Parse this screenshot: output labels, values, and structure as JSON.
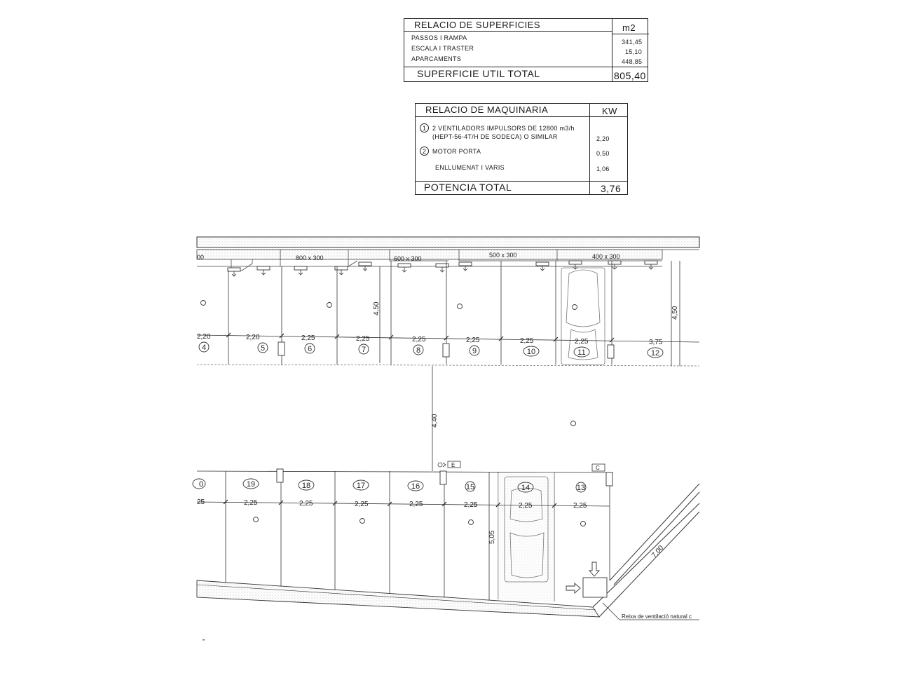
{
  "surfaces": {
    "title": "RELACIO DE SUPERFICIES",
    "unit": "m2",
    "rows": [
      {
        "label": "PASSOS I RAMPA",
        "value": "341,45"
      },
      {
        "label": "ESCALA I TRASTER",
        "value": "15,10"
      },
      {
        "label": "APARCAMENTS",
        "value": "448,85"
      }
    ],
    "total_label": "SUPERFICIE UTIL TOTAL",
    "total_value": "805,40"
  },
  "machinery": {
    "title": "RELACIO DE MAQUINARIA",
    "unit": "KW",
    "rows": [
      {
        "num": "1",
        "label": "2 VENTILADORS IMPULSORS DE 12800 m3/h",
        "label2": "(HEPT-56-4T/H DE SODECA) O SIMILAR",
        "value": "2,20"
      },
      {
        "num": "2",
        "label": "MOTOR PORTA",
        "label2": "",
        "value": "0,50"
      },
      {
        "num": "",
        "label": "ENLLUMENAT I VARIS",
        "label2": "",
        "value": "1,06"
      }
    ],
    "total_label": "POTENCIA TOTAL",
    "total_value": "3,76"
  },
  "plan": {
    "ducts": [
      "00",
      "800 x 300",
      "600 x 300",
      "500 x 300",
      "400 x 300"
    ],
    "top_spaces": [
      "4",
      "5",
      "6",
      "7",
      "8",
      "9",
      "10",
      "11",
      "12"
    ],
    "top_widths": [
      "2,20",
      "2,20",
      "2,25",
      "2,25",
      "2,25",
      "2,25",
      "2,25",
      "2,25",
      "3,75"
    ],
    "top_depth": "4,50",
    "top_depth_right": "4,50",
    "aisle_width": "4,40",
    "bottom_spaces": [
      "0",
      "19",
      "18",
      "17",
      "16",
      "15",
      "14",
      "13"
    ],
    "bottom_widths": [
      "25",
      "2,25",
      "2,25",
      "2,25",
      "2,25",
      "2,25",
      "2,25",
      "2,25"
    ],
    "bottom_depth": "5,05",
    "ramp_width": "7,00",
    "note": "Reixa de ventilació natural c",
    "tag_e": "E",
    "tag_c": "C"
  }
}
